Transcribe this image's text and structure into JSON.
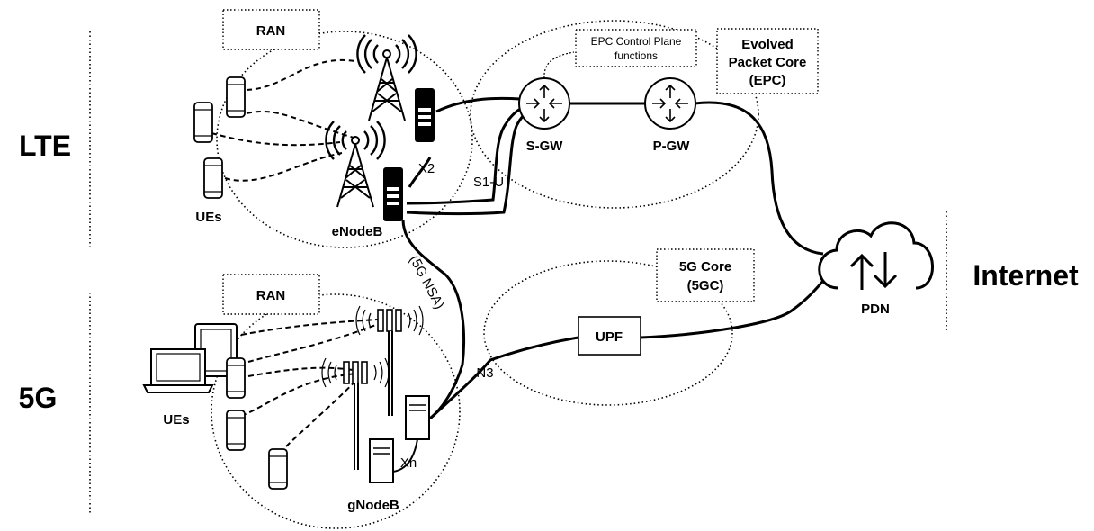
{
  "sections": {
    "lte": "LTE",
    "fiveg": "5G",
    "internet": "Internet"
  },
  "lte": {
    "ran_label": "RAN",
    "ues_label": "UEs",
    "enodeb_label": "eNodeB",
    "x2_label": "X2",
    "s1u_label": "S1-U",
    "epc_control_line1": "EPC Control Plane",
    "epc_control_line2": "functions",
    "epc_title_line1": "Evolved",
    "epc_title_line2": "Packet Core",
    "epc_title_line3": "(EPC)",
    "sgw_label": "S-GW",
    "pgw_label": "P-GW"
  },
  "nsa_label": "(5G NSA)",
  "fiveg": {
    "ran_label": "RAN",
    "ues_label": "UEs",
    "gnodeb_label": "gNodeB",
    "xn_label": "Xn",
    "n3_label": "N3",
    "core_line1": "5G Core",
    "core_line2": "(5GC)",
    "upf_label": "UPF"
  },
  "pdn_label": "PDN"
}
